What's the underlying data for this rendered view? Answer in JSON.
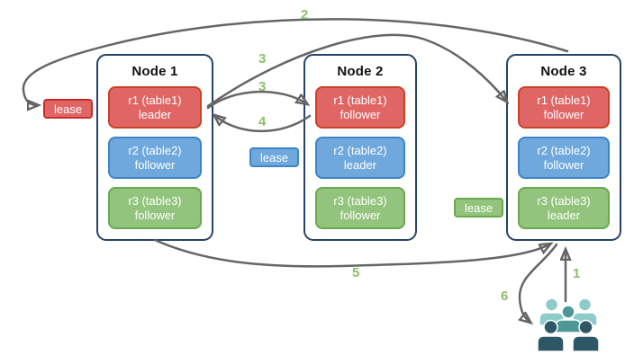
{
  "diagram": {
    "nodes": [
      {
        "title": "Node 1",
        "replicas": [
          {
            "name": "r1 (table1)",
            "role": "leader"
          },
          {
            "name": "r2 (table2)",
            "role": "follower"
          },
          {
            "name": "r3 (table3)",
            "role": "follower"
          }
        ]
      },
      {
        "title": "Node 2",
        "replicas": [
          {
            "name": "r1 (table1)",
            "role": "follower"
          },
          {
            "name": "r2 (table2)",
            "role": "leader"
          },
          {
            "name": "r3 (table3)",
            "role": "follower"
          }
        ]
      },
      {
        "title": "Node 3",
        "replicas": [
          {
            "name": "r1 (table1)",
            "role": "follower"
          },
          {
            "name": "r2 (table2)",
            "role": "follower"
          },
          {
            "name": "r3 (table3)",
            "role": "leader"
          }
        ]
      }
    ],
    "leases": [
      {
        "label": "lease",
        "color": "#e06666"
      },
      {
        "label": "lease",
        "color": "#6fa8dc"
      },
      {
        "label": "lease",
        "color": "#93c47d"
      }
    ],
    "steps": {
      "s1": "1",
      "s2": "2",
      "s3a": "3",
      "s3b": "3",
      "s4": "4",
      "s5": "5",
      "s6": "6"
    },
    "icons": {
      "clients": "users-group-icon"
    },
    "colors": {
      "replica_red": "#e06666",
      "replica_blue": "#6fa8dc",
      "replica_green": "#93c47d",
      "node_border": "#26436b",
      "arrow": "#666666",
      "step_label": "#8abf69",
      "people_light": "#8ecbcb",
      "people_mid": "#4d9797",
      "people_dark": "#2e5666"
    }
  }
}
